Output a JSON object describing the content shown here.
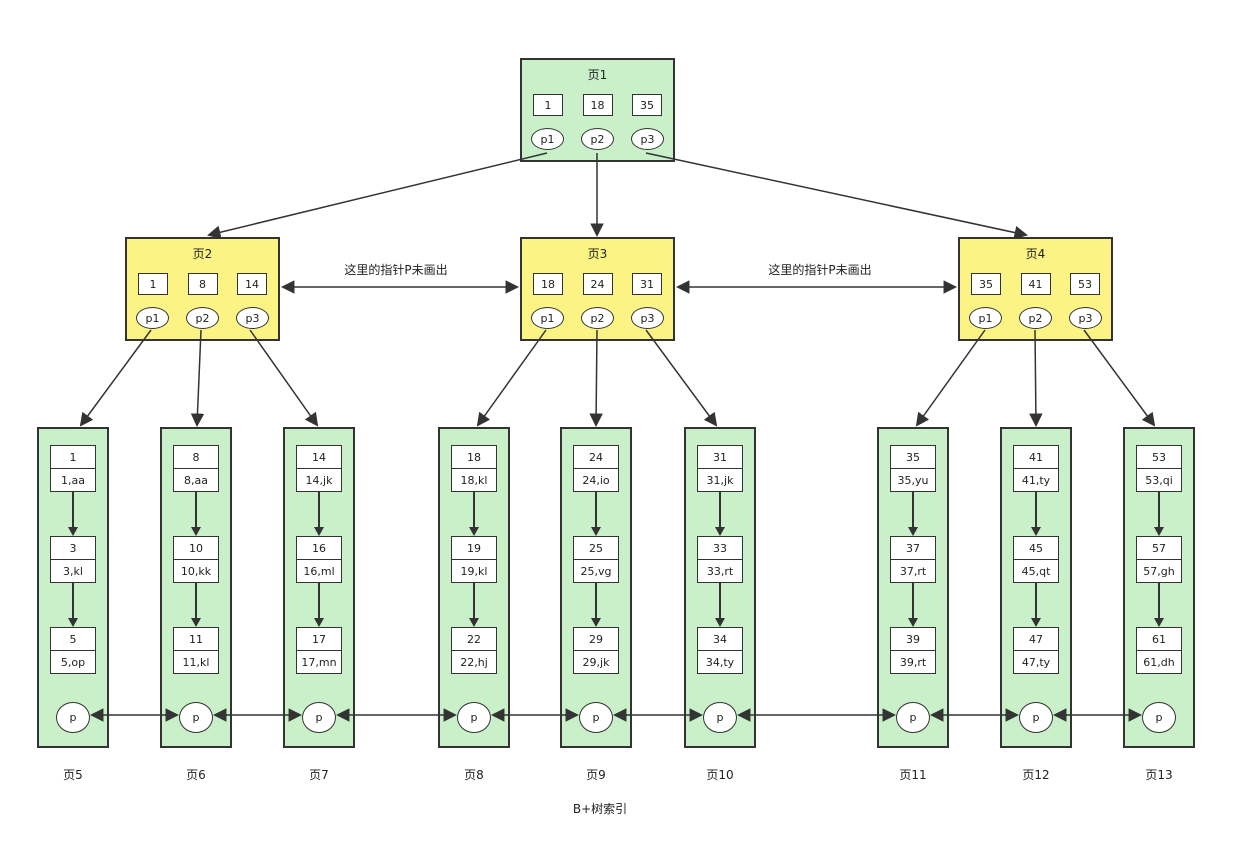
{
  "caption": "B+树索引",
  "annotations": {
    "left": "这里的指针P未画出",
    "right": "这里的指针P未画出"
  },
  "root": {
    "title": "页1",
    "keys": [
      "1",
      "18",
      "35"
    ],
    "pointers": [
      "p1",
      "p2",
      "p3"
    ]
  },
  "internal_pages": [
    {
      "title": "页2",
      "keys": [
        "1",
        "8",
        "14"
      ],
      "pointers": [
        "p1",
        "p2",
        "p3"
      ]
    },
    {
      "title": "页3",
      "keys": [
        "18",
        "24",
        "31"
      ],
      "pointers": [
        "p1",
        "p2",
        "p3"
      ]
    },
    {
      "title": "页4",
      "keys": [
        "35",
        "41",
        "53"
      ],
      "pointers": [
        "p1",
        "p2",
        "p3"
      ]
    }
  ],
  "leaf_pages": [
    {
      "label": "页5",
      "pointer": "p",
      "records": [
        {
          "key": "1",
          "value": "1,aa"
        },
        {
          "key": "3",
          "value": "3,kl"
        },
        {
          "key": "5",
          "value": "5,op"
        }
      ]
    },
    {
      "label": "页6",
      "pointer": "p",
      "records": [
        {
          "key": "8",
          "value": "8,aa"
        },
        {
          "key": "10",
          "value": "10,kk"
        },
        {
          "key": "11",
          "value": "11,kl"
        }
      ]
    },
    {
      "label": "页7",
      "pointer": "p",
      "records": [
        {
          "key": "14",
          "value": "14,jk"
        },
        {
          "key": "16",
          "value": "16,ml"
        },
        {
          "key": "17",
          "value": "17,mn"
        }
      ]
    },
    {
      "label": "页8",
      "pointer": "p",
      "records": [
        {
          "key": "18",
          "value": "18,kl"
        },
        {
          "key": "19",
          "value": "19,kl"
        },
        {
          "key": "22",
          "value": "22,hj"
        }
      ]
    },
    {
      "label": "页9",
      "pointer": "p",
      "records": [
        {
          "key": "24",
          "value": "24,io"
        },
        {
          "key": "25",
          "value": "25,vg"
        },
        {
          "key": "29",
          "value": "29,jk"
        }
      ]
    },
    {
      "label": "页10",
      "pointer": "p",
      "records": [
        {
          "key": "31",
          "value": "31,jk"
        },
        {
          "key": "33",
          "value": "33,rt"
        },
        {
          "key": "34",
          "value": "34,ty"
        }
      ]
    },
    {
      "label": "页11",
      "pointer": "p",
      "records": [
        {
          "key": "35",
          "value": "35,yu"
        },
        {
          "key": "37",
          "value": "37,rt"
        },
        {
          "key": "39",
          "value": "39,rt"
        }
      ]
    },
    {
      "label": "页12",
      "pointer": "p",
      "records": [
        {
          "key": "41",
          "value": "41,ty"
        },
        {
          "key": "45",
          "value": "45,qt"
        },
        {
          "key": "47",
          "value": "47,ty"
        }
      ]
    },
    {
      "label": "页13",
      "pointer": "p",
      "records": [
        {
          "key": "53",
          "value": "53,qi"
        },
        {
          "key": "57",
          "value": "57,gh"
        },
        {
          "key": "61",
          "value": "61,dh"
        }
      ]
    }
  ],
  "colors": {
    "green": "#c9f0c9",
    "yellow": "#fbf383",
    "border": "#333333"
  }
}
